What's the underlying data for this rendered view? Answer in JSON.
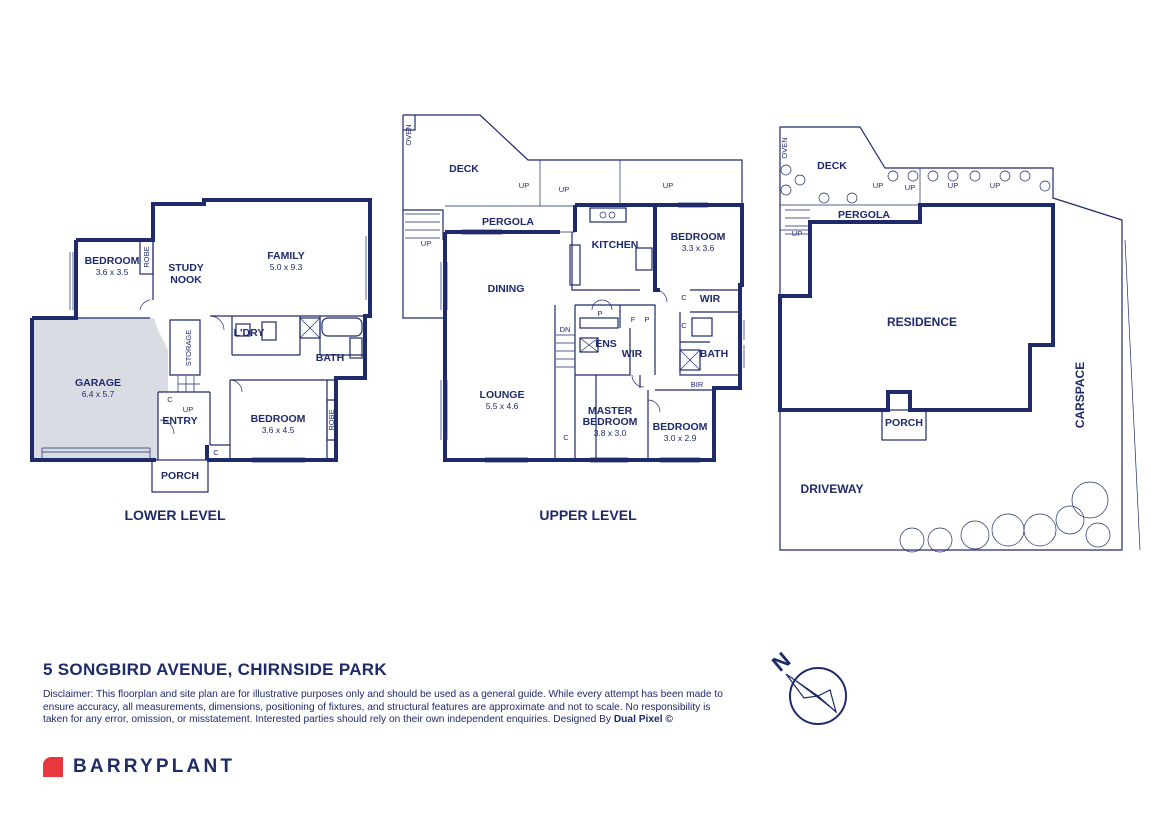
{
  "lower": {
    "title": "LOWER LEVEL",
    "rooms": {
      "bedroom1": {
        "name": "BEDROOM",
        "dim": "3.6 x 3.5"
      },
      "robe1": "ROBE",
      "study": [
        "STUDY",
        "NOOK"
      ],
      "family": {
        "name": "FAMILY",
        "dim": "5.0 x 9.3"
      },
      "laundry": "L'DRY",
      "bath": "BATH",
      "storage": "STORAGE",
      "garage": {
        "name": "GARAGE",
        "dim": "6.4 x 5.7"
      },
      "bedroom2": {
        "name": "BEDROOM",
        "dim": "3.6 x 4.5"
      },
      "robe2": "ROBE",
      "entry": "ENTRY",
      "porch": "PORCH",
      "c1": "C",
      "c2": "C",
      "up": "UP"
    }
  },
  "upper": {
    "title": "UPPER LEVEL",
    "rooms": {
      "oven": "OVEN",
      "deck": "DECK",
      "pergola": "PERGOLA",
      "kitchen": "KITCHEN",
      "bedroom_a": {
        "name": "BEDROOM",
        "dim": "3.3 x 3.6"
      },
      "dining": "DINING",
      "lounge": {
        "name": "LOUNGE",
        "dim": "5.5 x 4.6"
      },
      "master": {
        "name": "MASTER",
        "name2": "BEDROOM",
        "dim": "3.8 x 3.0"
      },
      "bedroom_b": {
        "name": "BEDROOM",
        "dim": "3.0 x 2.9"
      },
      "ens": "ENS",
      "wir1": "WIR",
      "wir2": "WIR",
      "bath": "BATH",
      "bir": "BIR",
      "dn": "DN",
      "c": "C",
      "p": "P",
      "f": "F",
      "up": "UP"
    }
  },
  "site": {
    "rooms": {
      "oven": "OVEN",
      "deck": "DECK",
      "pergola": "PERGOLA",
      "residence": "RESIDENCE",
      "porch": "PORCH",
      "carspace": "CARSPACE",
      "driveway": "DRIVEWAY",
      "up": "UP"
    }
  },
  "footer": {
    "address": "5 SONGBIRD AVENUE, CHIRNSIDE PARK",
    "disclaimer": "Disclaimer: This floorplan and site plan are for illustrative purposes only and should be used as a general guide. While every attempt has been made to ensure accuracy, all measurements, dimensions, positioning of fixtures, and structural features are approximate and not to scale. No responsibility is taken for any error, omission, or misstatement. Interested parties should rely on their own independent enquiries. Designed By",
    "designer": "Dual Pixel ©",
    "brand": "BARRYPLANT",
    "compass_letter": "N"
  },
  "colors": {
    "ink": "#1f2a6b",
    "accent": "#e8373e",
    "garage": "#d9dde3"
  }
}
